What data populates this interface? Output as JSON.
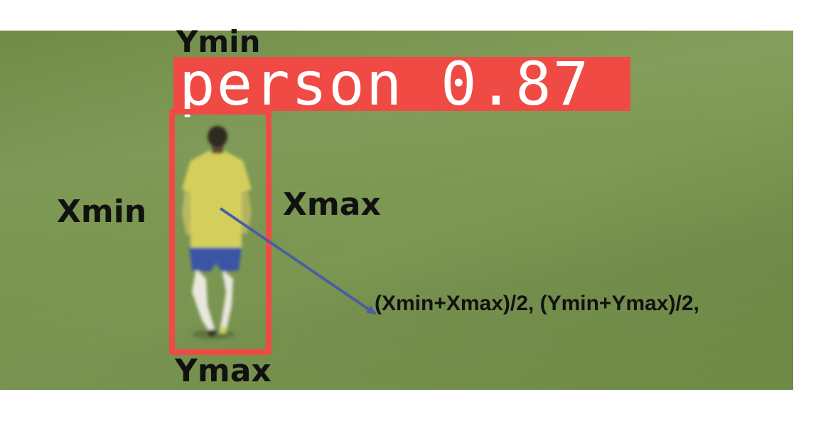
{
  "detection": {
    "class_label": "person",
    "confidence": "0.87",
    "box_color": "#f04a44"
  },
  "annotations": {
    "ymin": "Ymin",
    "ymax": "Ymax",
    "xmin": "Xmin",
    "xmax": "Xmax",
    "center_formula": "(Xmin+Xmax)/2, (Ymin+Ymax)/2,"
  },
  "colors": {
    "field": "#7a9650",
    "arrow": "#4a5fa0",
    "shirt": "#d4cf5c",
    "shorts": "#3b55a6",
    "label_text": "#ffffff"
  }
}
